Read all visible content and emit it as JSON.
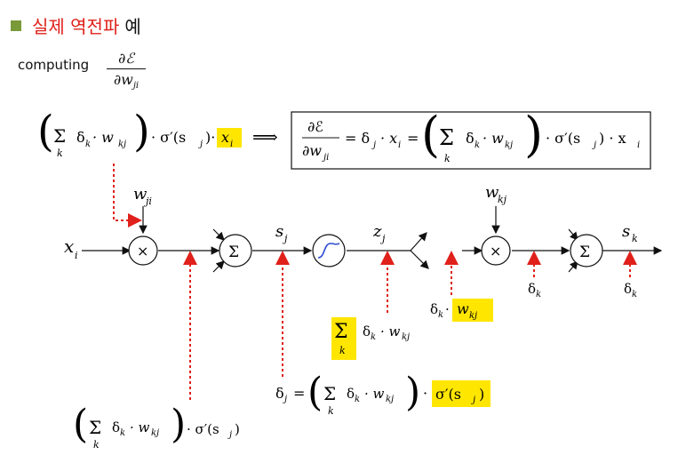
{
  "slide": {
    "title_red": "실제 역전파",
    "title_black": "예",
    "computing_label": "computing",
    "computing_num": "∂ℰ",
    "computing_den": "∂w",
    "computing_den_sub": "ji"
  },
  "top_formula": {
    "left_expr_sum": "Σ",
    "left_expr_sum_sub": "k",
    "left_expr_body": "δ",
    "left_expr_body_sub": "k",
    "left_expr_mid": " · w",
    "left_expr_mid_sub": "kj",
    "left_expr_tail": "· σ′(s",
    "left_expr_tail_sub": "j",
    "left_expr_tail_end": ")·",
    "left_expr_x": "x",
    "left_expr_x_sub": "i",
    "implies": "⟹",
    "box_num": "∂ℰ",
    "box_den": "∂w",
    "box_den_sub": "ji",
    "box_eq1": "= δ",
    "box_eq1_sub": "j",
    "box_eq1_tail": "· x",
    "box_eq1_tail_sub": "i",
    "box_eq2": "=",
    "box_sum": "Σ",
    "box_sum_sub": "k",
    "box_body": "δ",
    "box_body_sub": "k",
    "box_body_mid": "· w",
    "box_body_mid_sub": "kj",
    "box_tail": "· σ′(s",
    "box_tail_sub": "j",
    "box_tail_mid": ") · x",
    "box_tail_sub2": "i"
  },
  "network": {
    "x_label": "x",
    "x_sub": "i",
    "w_ji": "w",
    "w_ji_sub": "ji",
    "w_kj": "w",
    "w_kj_sub": "kj",
    "mult": "×",
    "sigma": "Σ",
    "s_j": "s",
    "s_j_sub": "j",
    "z_j": "z",
    "z_j_sub": "j",
    "s_k": "s",
    "s_k_sub": "k",
    "delta_k_1": "δ",
    "delta_k_1_sub": "k",
    "delta_k_2": "δ",
    "delta_k_2_sub": "k"
  },
  "annotations": {
    "dk_wkj": "δ",
    "dk_wkj_sub": "k",
    "dk_wkj_dot": "·",
    "dk_wkj_w": "w",
    "dk_wkj_w_sub": "kj",
    "sum_label": "Σ",
    "sum_label_sub": "k",
    "sum_body": "δ",
    "sum_body_sub": "k",
    "sum_body_tail": "· w",
    "sum_body_tail_sub": "kj",
    "deltaj_lhs": "δ",
    "deltaj_lhs_sub": "j",
    "deltaj_eq": "=",
    "deltaj_sum": "Σ",
    "deltaj_sum_sub": "k",
    "deltaj_body": "δ",
    "deltaj_body_sub": "k",
    "deltaj_body_tail": "· w",
    "deltaj_body_tail_sub": "kj",
    "deltaj_dot": "·",
    "deltaj_sigma": "σ′(s",
    "deltaj_sigma_sub": "j",
    "deltaj_sigma_end": ")",
    "bottom_sum": "Σ",
    "bottom_sum_sub": "k",
    "bottom_body": "δ",
    "bottom_body_sub": "k",
    "bottom_body_tail": "· w",
    "bottom_body_tail_sub": "kj",
    "bottom_tail": "· σ′(s",
    "bottom_tail_sub": "j",
    "bottom_tail_end": ")"
  },
  "colors": {
    "highlight": "#ffe600",
    "arrow_red": "#e0201a",
    "bullet": "#7a9a3a"
  }
}
